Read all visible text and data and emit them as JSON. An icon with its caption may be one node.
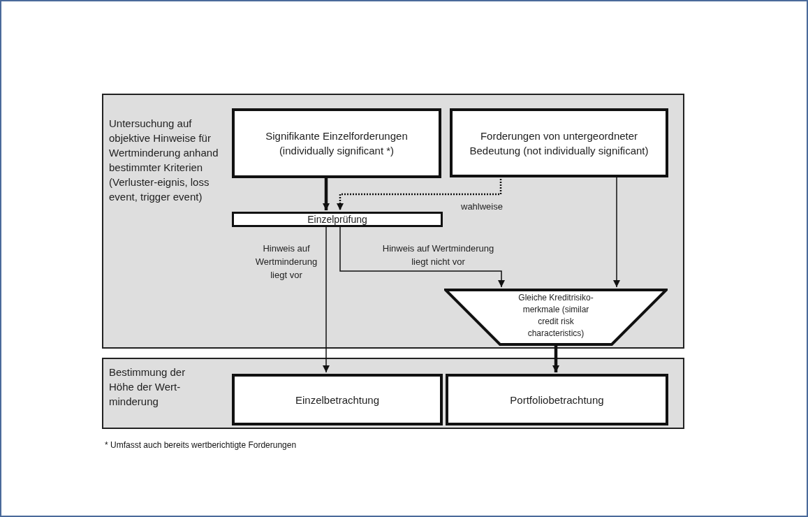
{
  "diagram": {
    "nodes": [
      {
        "text": [
          "Untersuchung auf objektive Hinweise für Wertminderung anhand bestimmter Kriterien (Verluster-eignis, loss event, trigger event)"
        ]
      },
      {
        "text": [
          "Signifikante Einzelforderungen (individually significant *)"
        ],
        "in": 0
      },
      {
        "text": [
          "Forderungen von untergeordneter Bedeutung (not individually significant)"
        ],
        "in": 0
      },
      {
        "text": [
          "Einzelprüfung"
        ],
        "in": 0
      },
      {
        "text": [
          "Gleiche Kreditrisiko-merkmale (similar credit risk characteristics)"
        ],
        "in": 0
      },
      {
        "text": [
          "Bestimmung der Höhe der Wert-minderung"
        ]
      },
      {
        "text": [
          "Einzelbetrachtung"
        ],
        "in": 5
      },
      {
        "text": [
          "Portfoliobetrachtung"
        ],
        "in": 5
      }
    ],
    "edges": [
      {
        "from": 1,
        "to": 3,
        "arrow": "to",
        "style": "thick"
      },
      {
        "from": 2,
        "to": 3,
        "arrow": "to",
        "style": "dashed",
        "label": "wahlweise"
      },
      {
        "from": 3,
        "to": 6,
        "arrow": "to",
        "label": "Hinweis auf Wertminderung liegt vor"
      },
      {
        "from": 3,
        "to": 4,
        "arrow": "to",
        "label": "Hinweis auf Wertminderung liegt nicht vor"
      },
      {
        "from": 2,
        "to": 4,
        "arrow": "to"
      },
      {
        "from": 4,
        "to": 7,
        "arrow": "to",
        "style": "thick"
      }
    ],
    "labels": [
      "* Umfasst auch bereits wertberichtigte Forderungen"
    ]
  }
}
